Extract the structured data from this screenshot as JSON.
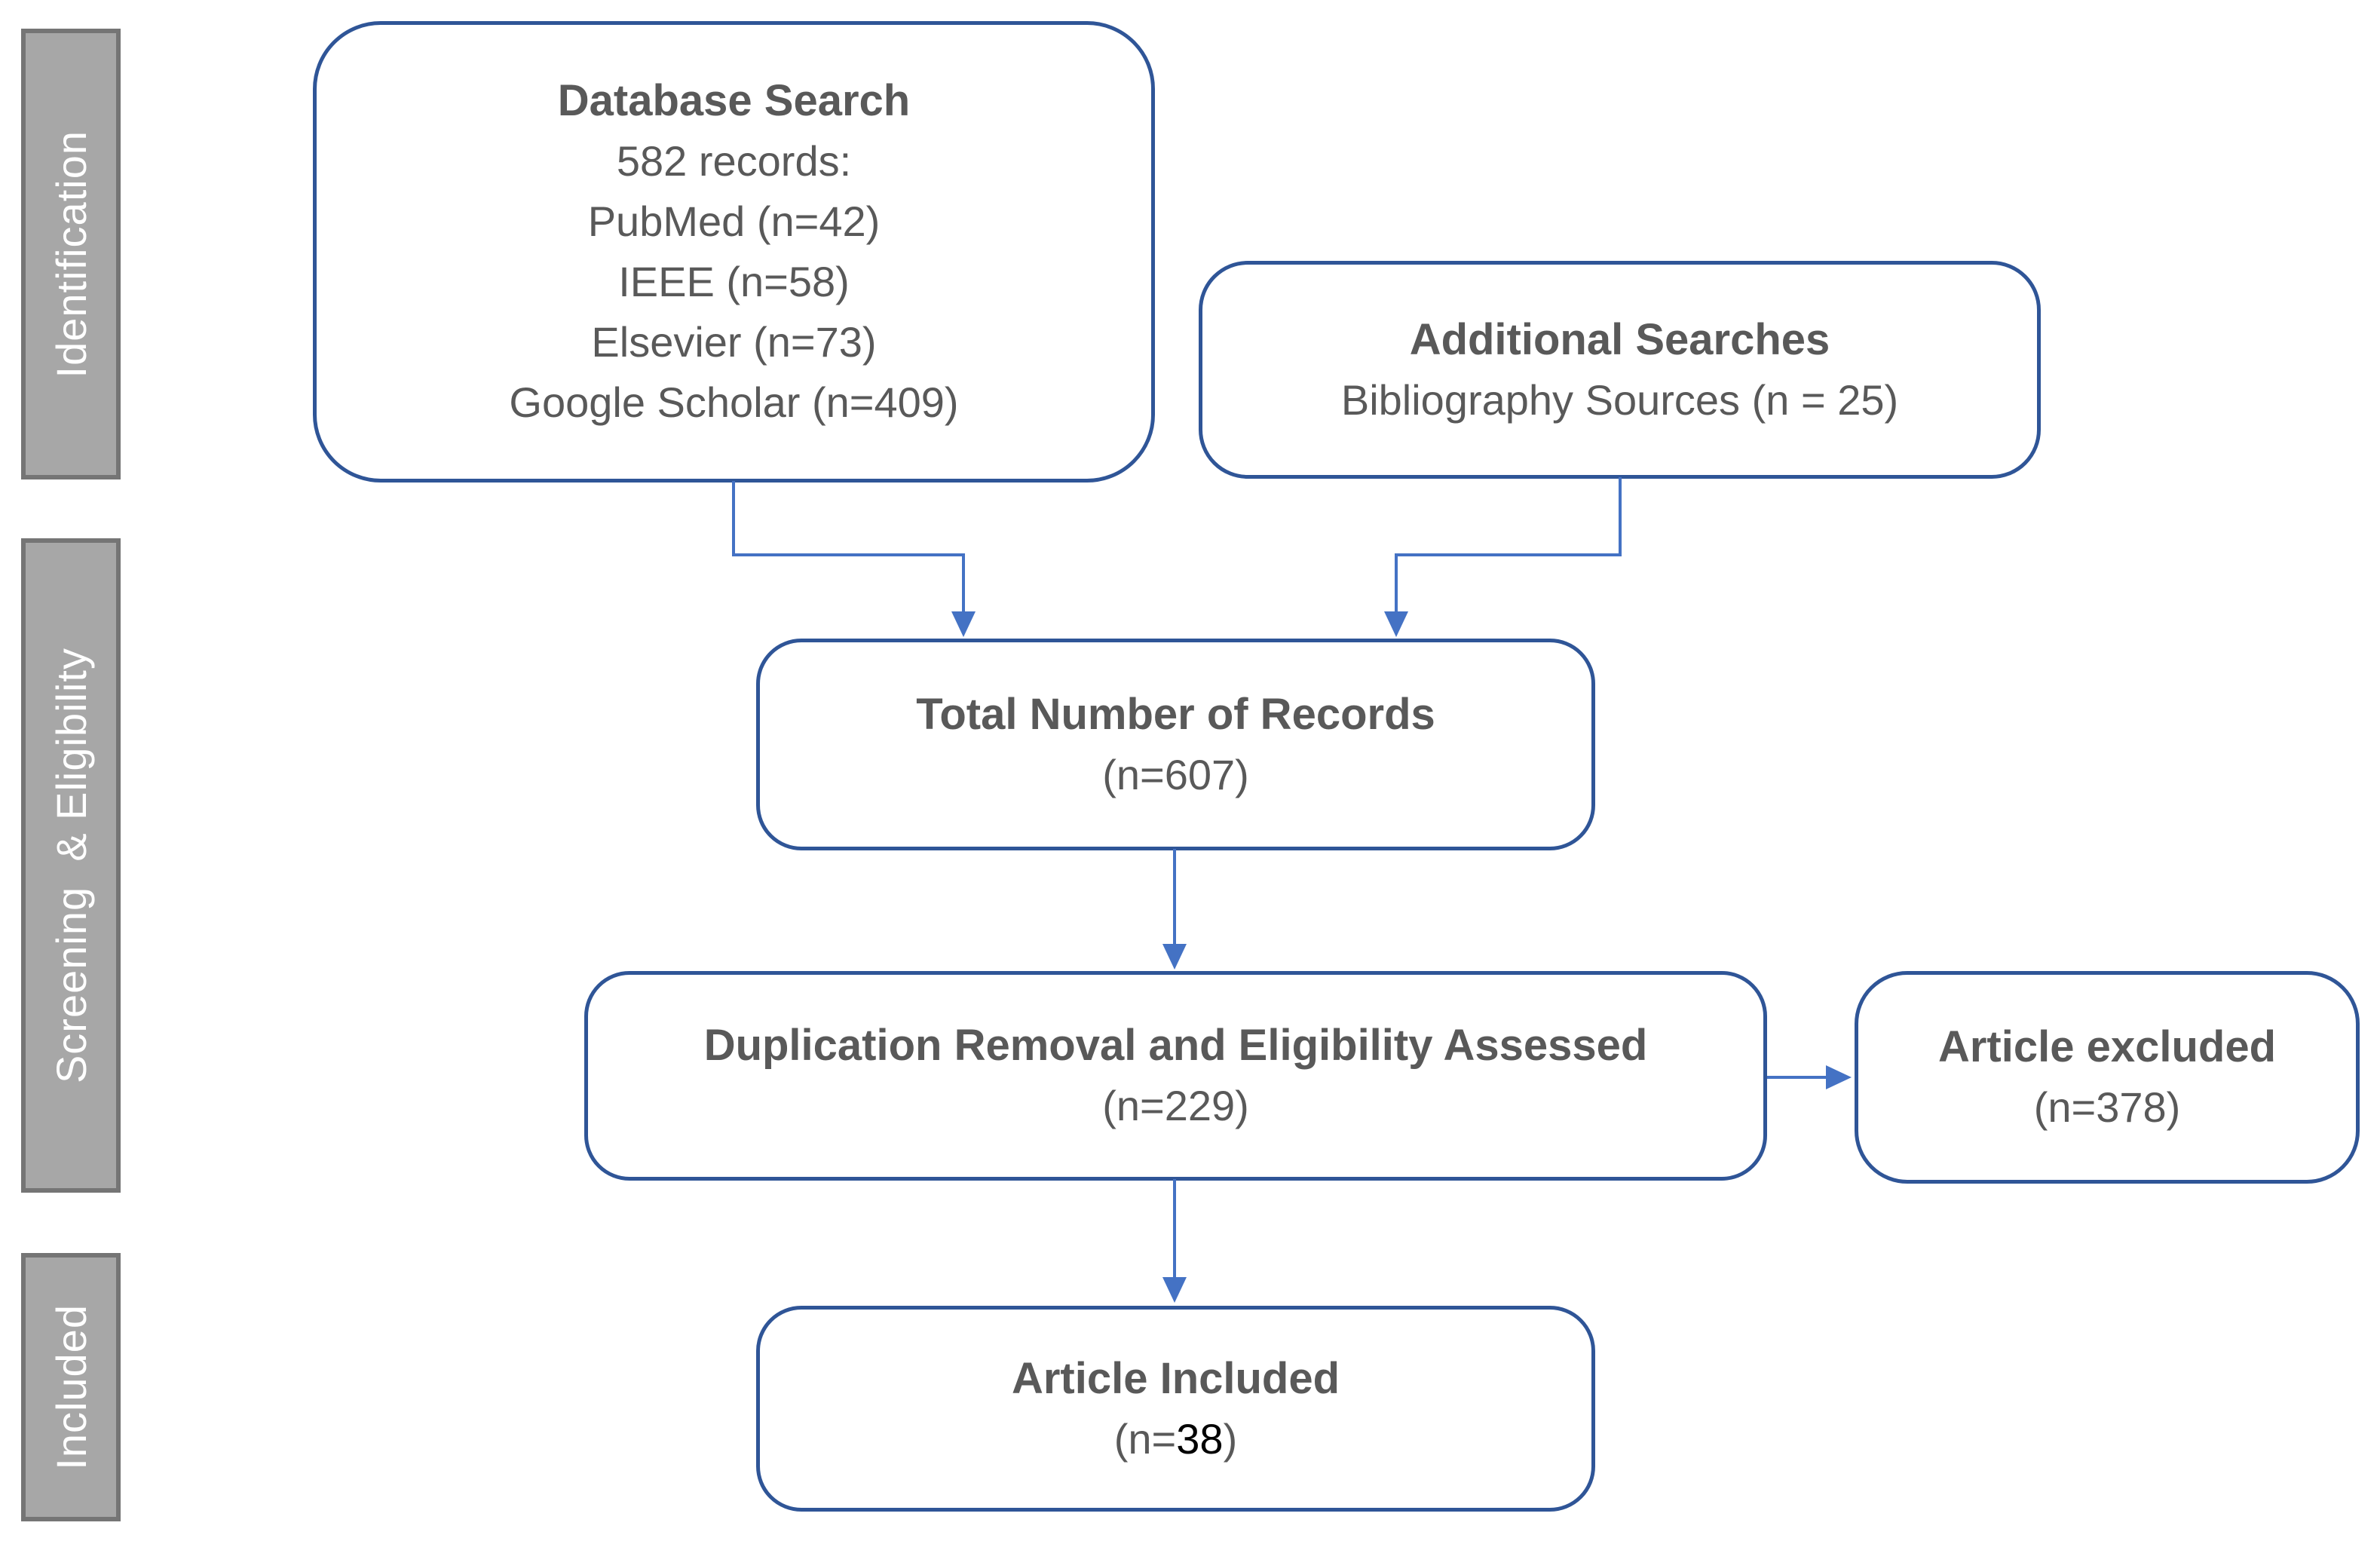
{
  "colors": {
    "box_border": "#2F5597",
    "connector": "#4472C4",
    "stage_fill": "#A7A7A7",
    "stage_border": "#757575",
    "stage_text": "#FFFFFF",
    "box_text": "#595959",
    "included_count_color": "#000000"
  },
  "stages": [
    {
      "label": "Identification"
    },
    {
      "label": "Screening  & Eligibility"
    },
    {
      "label": "Included"
    }
  ],
  "boxes": {
    "database_search": {
      "title": "Database Search",
      "lines": [
        "582 records:",
        "PubMed (n=42)",
        "IEEE (n=58)",
        "Elsevier (n=73)",
        "Google Scholar (n=409)"
      ]
    },
    "additional_searches": {
      "title": "Additional Searches",
      "line": "Bibliography Sources (n = 25)"
    },
    "total_records": {
      "title": "Total Number of Records",
      "count": "(n=607)"
    },
    "duplication_removal": {
      "title": "Duplication Removal and Eligibility Assessed",
      "count": "(n=229)"
    },
    "article_excluded": {
      "title": "Article excluded",
      "count": "(n=378)"
    },
    "article_included": {
      "title": "Article Included",
      "count_prefix": "(n=",
      "count_value": "38",
      "count_suffix": ")"
    }
  }
}
